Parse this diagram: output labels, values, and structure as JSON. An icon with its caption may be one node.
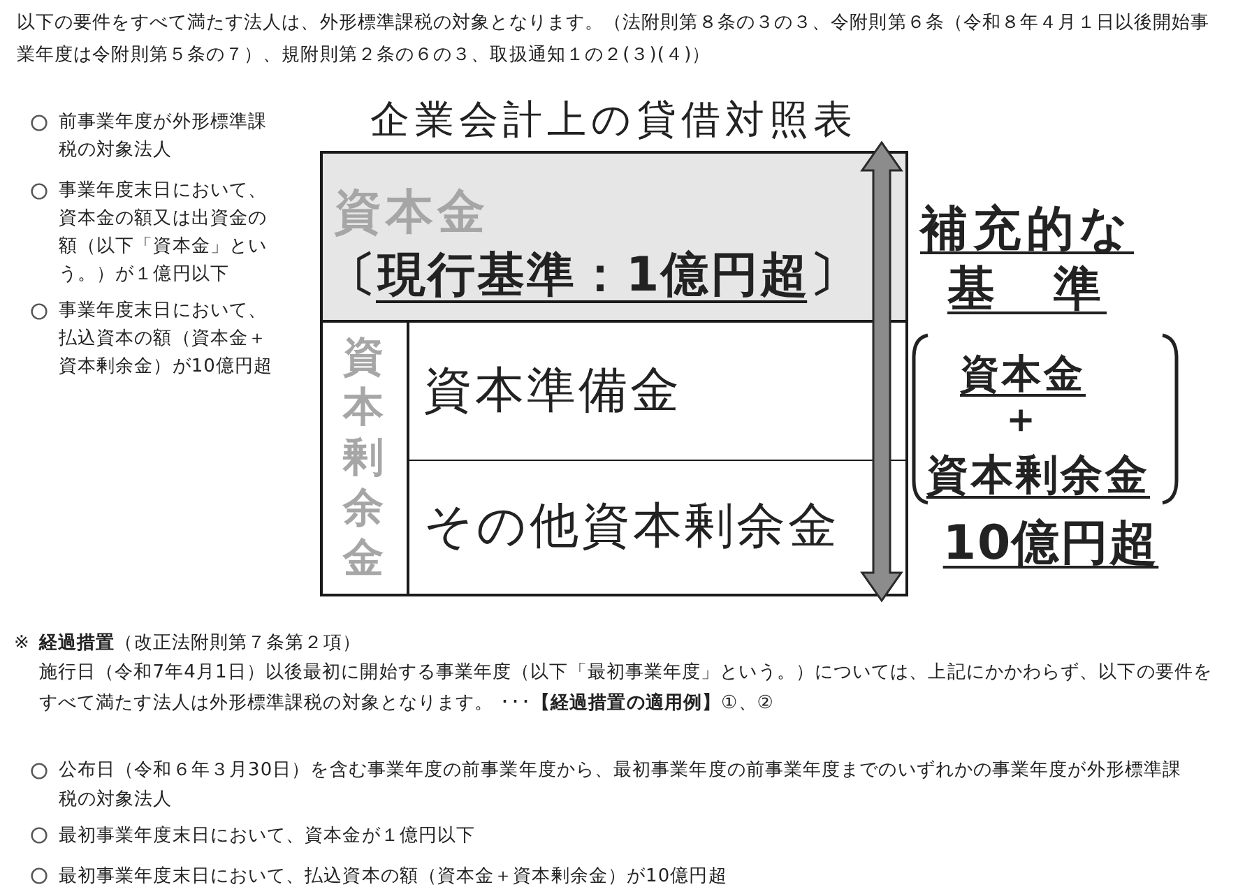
{
  "diagram": {
    "nodes": [
      {
        "text": [
          "企業会計上の貸借対照表"
        ]
      },
      {
        "text": [
          "資本金",
          "〔現行基準：1億円超〕"
        ],
        "in": 0
      },
      {
        "text": [
          "資本剰余金"
        ],
        "in": 0
      },
      {
        "text": [
          "資本準備金"
        ],
        "in": 2
      },
      {
        "text": [
          "その他資本剰余金"
        ],
        "in": 2
      }
    ],
    "labels": [
      "以下の要件をすべて満たす法人は、外形標準課税の対象となります。（法附則第８条の３の３、令附則第６条（令和８年４月１日以後開始事業年度は令附則第５条の７）、規附則第２条の６の３、取扱通知１の２(３)(４)）",
      "前事業年度が外形標準課税の対象法人",
      "事業年度末日において、資本金の額又は出資金の額（以下「資本金」という。）が１億円以下",
      "事業年度末日において、払込資本の額（資本金＋資本剰余金）が10億円超",
      "補充的な基　準",
      "資本金",
      "＋",
      "資本剰余金",
      "10億円超",
      "※",
      "**経過措置**（改正法附則第７条第２項）",
      "施行日（令和7年4月1日）以後最初に開始する事業年度（以下「最初事業年度」という。）については、上記にかかわらず、以下の要件をすべて満たす法人は外形標準課税の対象となります。 ･･･**【経過措置の適用例】**①、②",
      "公布日（令和６年３月30日）を含む事業年度の前事業年度から、最初事業年度の前事業年度までのいずれかの事業年度が外形標準課税の対象法人",
      "最初事業年度末日において、資本金が１億円以下",
      "最初事業年度末日において、払込資本の額（資本金＋資本剰余金）が10億円超"
    ]
  }
}
